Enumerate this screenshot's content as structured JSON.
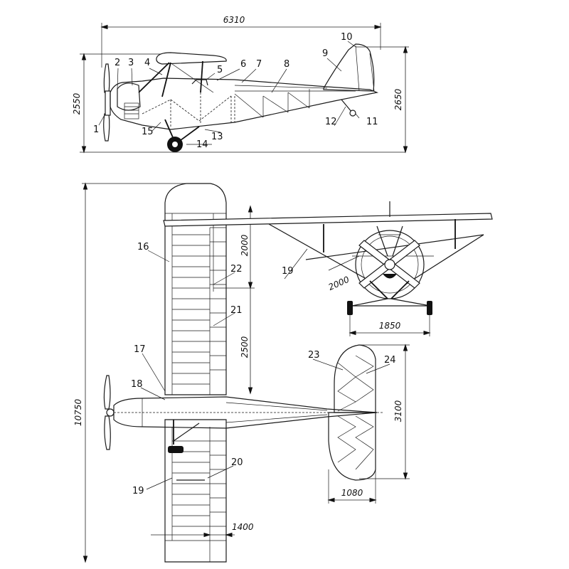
{
  "dimensions": {
    "side_length": "6310",
    "side_height_front": "2550",
    "side_height_rear": "2650",
    "total_span": "10750",
    "panel_outer": "2000",
    "panel_inner": "2500",
    "aileron_chord": "1400",
    "front_wing_bay": "2000",
    "front_track": "1850",
    "tail_span": "3100",
    "tail_chord": "1080"
  },
  "side_callouts": [
    "1",
    "2",
    "3",
    "4",
    "5",
    "6",
    "7",
    "8",
    "9",
    "10",
    "11",
    "12",
    "13",
    "14",
    "15"
  ],
  "top_callouts": [
    "16",
    "17",
    "18",
    "19",
    "20",
    "21",
    "22",
    "23",
    "24"
  ],
  "front_callouts": [
    "19"
  ]
}
